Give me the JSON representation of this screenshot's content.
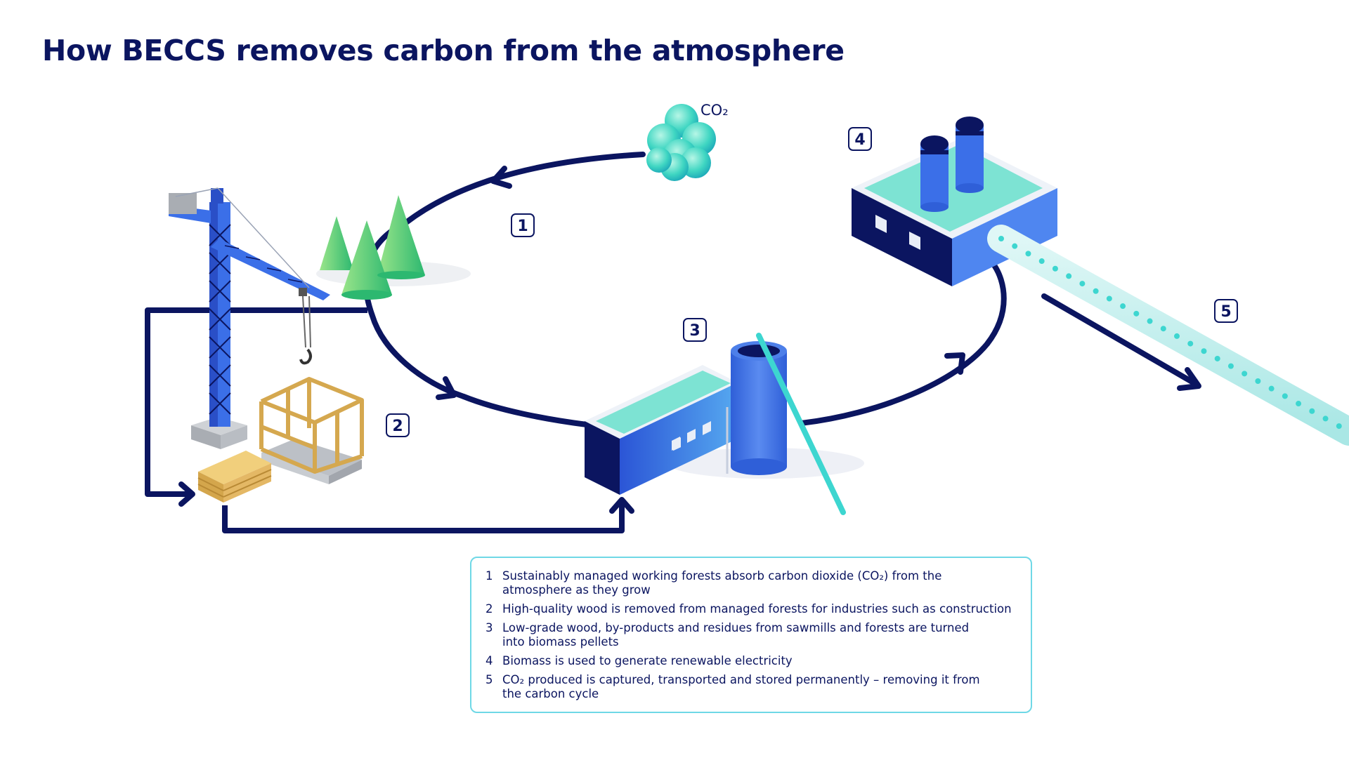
{
  "title": "How BECCS removes carbon from the atmosphere",
  "co2_label": "CO₂",
  "steps": [
    {
      "number": "1",
      "text": "Sustainably managed working forests absorb carbon dioxide (CO₂) from the atmosphere as they grow"
    },
    {
      "number": "2",
      "text": "High-quality wood is removed from managed forests for industries such as construction"
    },
    {
      "number": "3",
      "text": "Low-grade wood, by-products and residues from sawmills and forests are turned into biomass pellets"
    },
    {
      "number": "4",
      "text": "Biomass is used to generate renewable electricity"
    },
    {
      "number": "5",
      "text": "CO₂ produced is captured, transported and stored permanently – removing it from the carbon cycle"
    }
  ],
  "colors": {
    "navy": "#0b1560",
    "blue": "#3b6fe8",
    "mint": "#7de3d3",
    "teal": "#3dd6d0",
    "wood": "#e0b860"
  }
}
